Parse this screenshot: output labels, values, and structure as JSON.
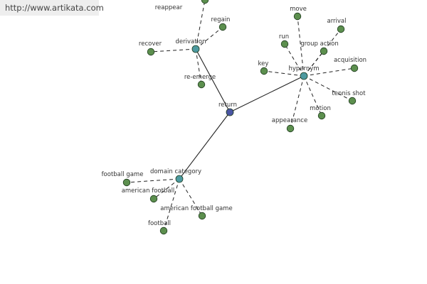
{
  "banner": {
    "url": "http://www.artikata.com"
  },
  "colors": {
    "center": "#4a55a3",
    "category": "#4d9aa0",
    "leaf": "#5c8f4e",
    "stroke": "#1e3a1e",
    "edge": "#222222"
  },
  "graph": {
    "center": "return",
    "categories": [
      {
        "id": "derivation",
        "label": "derivation",
        "items": [
          "reappear",
          "regain",
          "recover",
          "re-emerge"
        ]
      },
      {
        "id": "hypernym",
        "label": "hypernym",
        "items": [
          "move",
          "arrival",
          "run",
          "group action",
          "key",
          "acquisition",
          "tennis shot",
          "motion",
          "appearance"
        ]
      },
      {
        "id": "domain-category",
        "label": "domain category",
        "items": [
          "football game",
          "american football",
          "american football game",
          "football"
        ]
      }
    ]
  }
}
